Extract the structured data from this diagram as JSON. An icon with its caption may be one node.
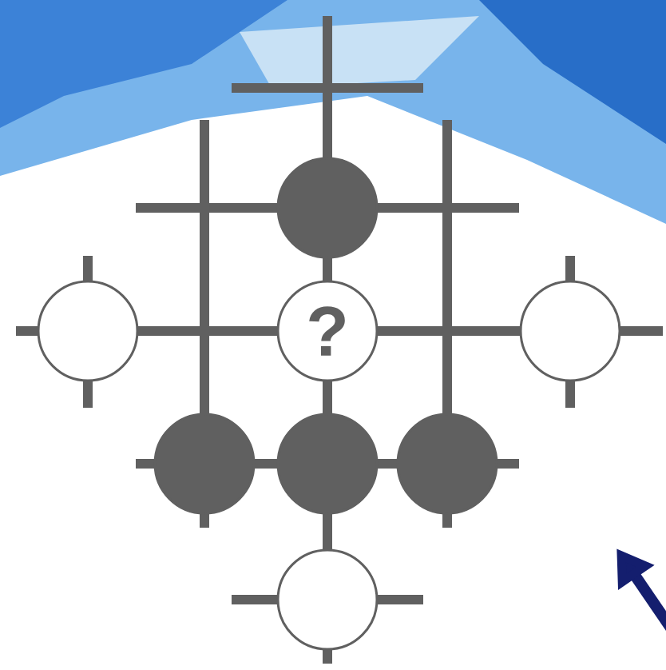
{
  "diagram": {
    "nodes": [
      {
        "text": [],
        "shape": "circle"
      },
      {
        "text": [],
        "shape": "circle"
      },
      {
        "text": [
          "?"
        ]
      },
      {
        "text": [],
        "shape": "circle"
      },
      {
        "text": [],
        "shape": "circle"
      },
      {
        "text": [],
        "shape": "circle"
      },
      {
        "text": [],
        "shape": "circle"
      },
      {
        "text": [],
        "shape": "circle"
      }
    ]
  }
}
